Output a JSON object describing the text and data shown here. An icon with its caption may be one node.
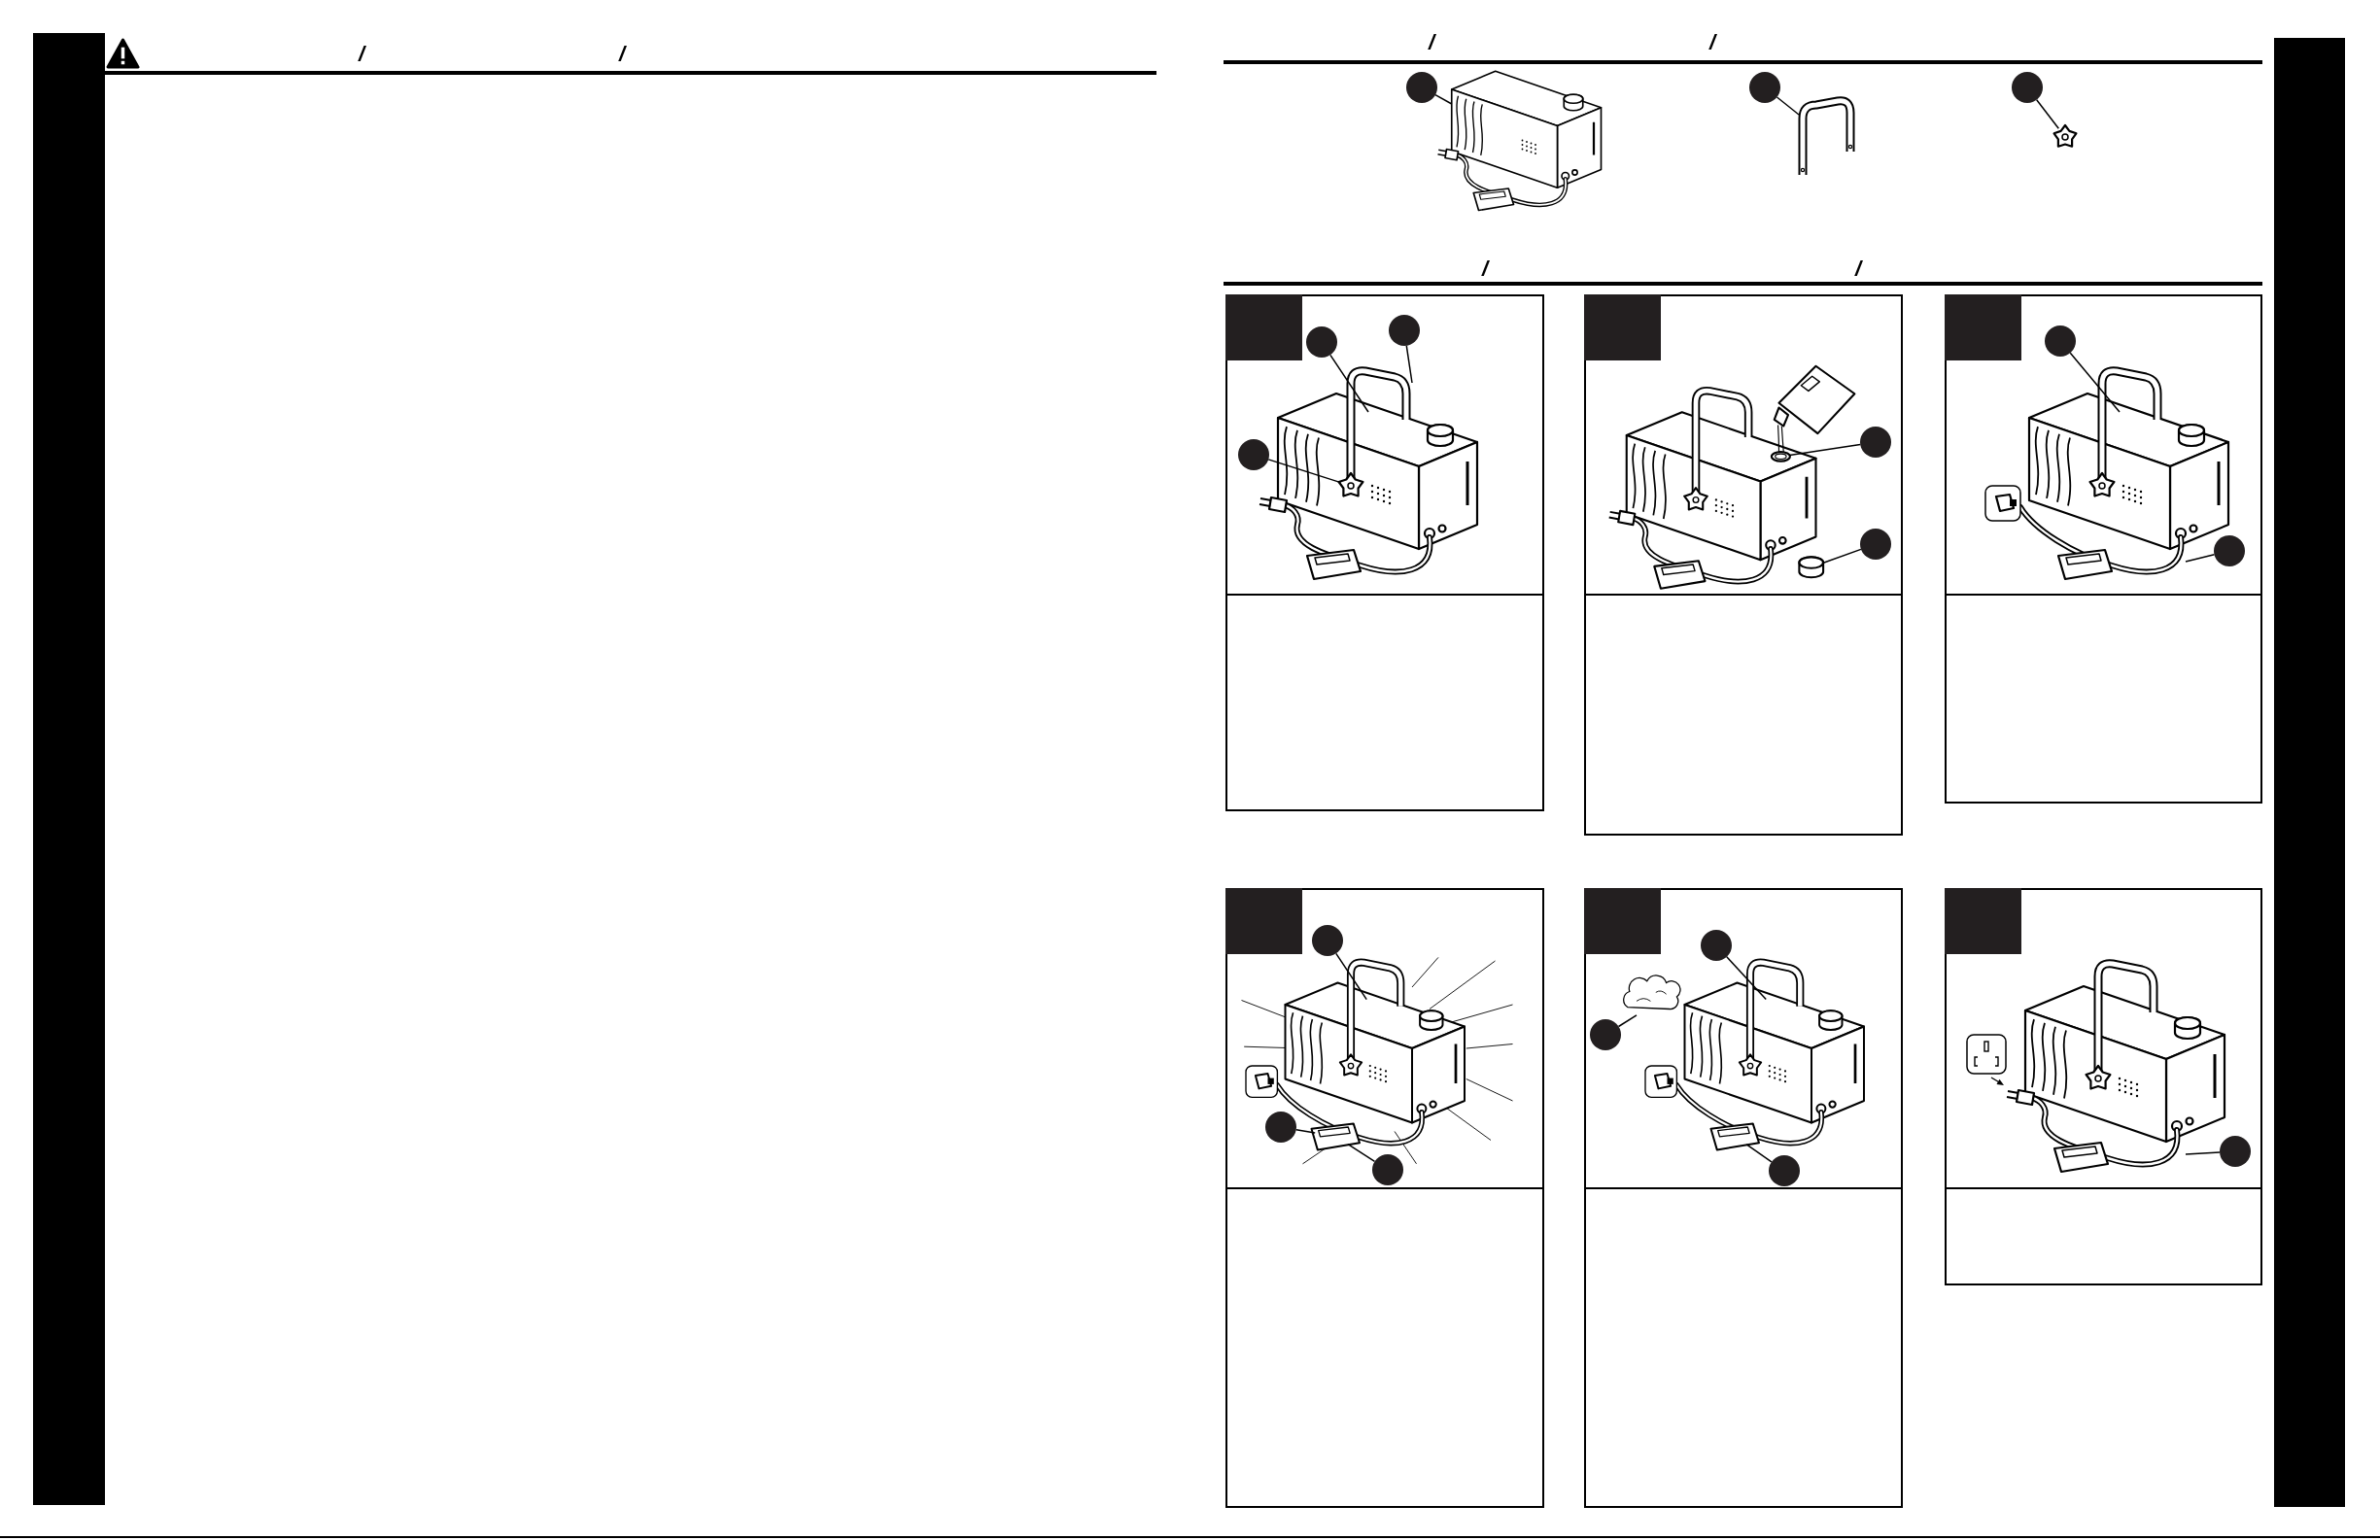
{
  "diagram": {
    "nodes": [
      {
        "text": [],
        "shape": "bar"
      },
      {
        "text": [],
        "shape": "bar"
      },
      {
        "text": [],
        "shape": "circle"
      },
      {
        "text": [],
        "shape": "picture"
      },
      {
        "text": [],
        "shape": "circle"
      },
      {
        "text": [],
        "shape": "picture"
      },
      {
        "text": [],
        "shape": "circle"
      },
      {
        "text": [],
        "shape": "picture"
      },
      {
        "text": [],
        "shape": "box"
      },
      {
        "text": [],
        "shape": "circle"
      },
      {
        "text": [],
        "shape": "circle"
      },
      {
        "text": [],
        "shape": "circle"
      },
      {
        "text": [],
        "shape": "picture"
      },
      {
        "text": [],
        "shape": "box"
      },
      {
        "text": [],
        "shape": "circle"
      },
      {
        "text": [],
        "shape": "picture"
      },
      {
        "text": [],
        "shape": "circle"
      },
      {
        "text": [],
        "shape": "picture"
      },
      {
        "text": [],
        "shape": "box"
      },
      {
        "text": [],
        "shape": "circle"
      },
      {
        "text": [],
        "shape": "circle"
      },
      {
        "text": [],
        "shape": "box"
      },
      {
        "text": [],
        "shape": "circle"
      },
      {
        "text": [],
        "shape": "circle"
      },
      {
        "text": [],
        "shape": "picture"
      },
      {
        "text": [],
        "shape": "circle"
      },
      {
        "text": [],
        "shape": "box"
      },
      {
        "text": [],
        "shape": "circle"
      },
      {
        "text": [],
        "shape": "circle"
      },
      {
        "text": [],
        "shape": "circle"
      },
      {
        "text": [],
        "shape": "picture"
      },
      {
        "text": [],
        "shape": "box"
      },
      {
        "text": [],
        "shape": "circle"
      }
    ],
    "edges": [
      {
        "from": 2,
        "to": 3,
        "arrow": "none"
      },
      {
        "from": 4,
        "to": 5,
        "arrow": "none"
      },
      {
        "from": 6,
        "to": 7,
        "arrow": "none"
      },
      {
        "from": 9,
        "to": null,
        "arrow": "none"
      },
      {
        "from": 10,
        "to": null,
        "arrow": "none"
      },
      {
        "from": 11,
        "to": 12,
        "arrow": "none"
      },
      {
        "from": 14,
        "to": 15,
        "arrow": "none"
      },
      {
        "from": 16,
        "to": 17,
        "arrow": "none"
      },
      {
        "from": 19,
        "to": null,
        "arrow": "none"
      },
      {
        "from": 20,
        "to": null,
        "arrow": "none"
      },
      {
        "from": 22,
        "to": null,
        "arrow": "none"
      },
      {
        "from": 23,
        "to": 24,
        "arrow": "none"
      },
      {
        "from": 25,
        "to": 24,
        "arrow": "none"
      },
      {
        "from": 27,
        "to": null,
        "arrow": "none"
      },
      {
        "from": 28,
        "to": null,
        "arrow": "none"
      },
      {
        "from": 29,
        "to": 30,
        "arrow": "none"
      },
      {
        "from": 32,
        "to": null,
        "arrow": "none"
      }
    ],
    "labels": [
      "/",
      "/",
      "/",
      "/",
      "/",
      "/"
    ]
  }
}
